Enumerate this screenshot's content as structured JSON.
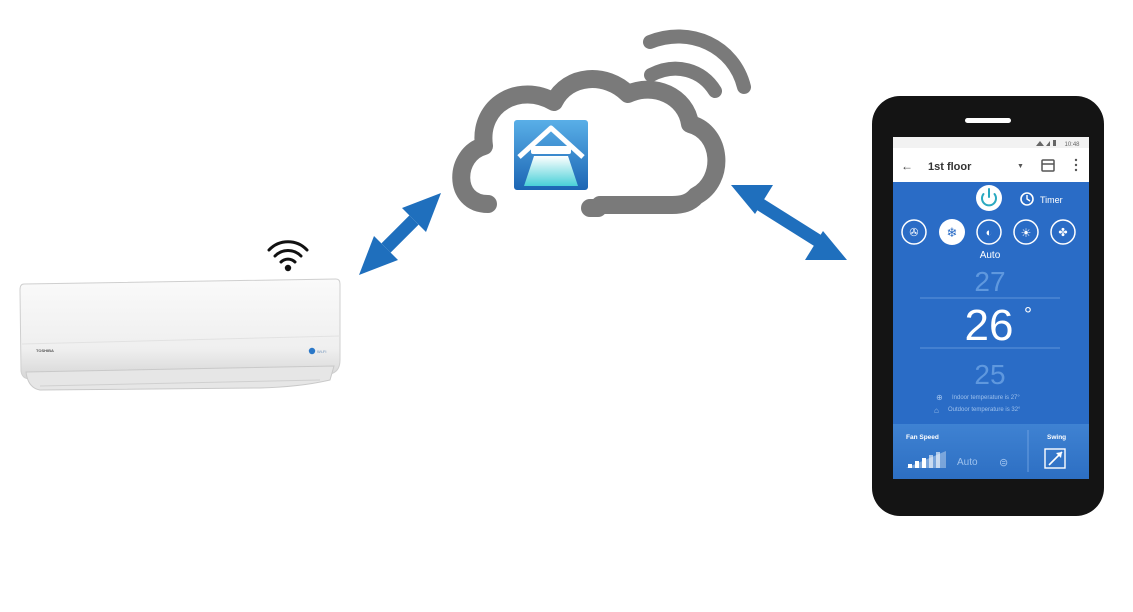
{
  "colors": {
    "arrow": "#1f6fbd",
    "cloud": "#7a7a7a",
    "phone_body": "#141414",
    "screen_bg": "#2a6cc6",
    "app_bar": "#ffffff"
  },
  "air_conditioner": {
    "wifi_icon": "wifi-icon",
    "brand_label": "TOSHIBA",
    "badge_label": "Wi-Fi"
  },
  "cloud": {
    "app_icon": "home-app-icon"
  },
  "phone": {
    "status_time": "10:48",
    "app_bar": {
      "title": "1st floor"
    },
    "timer_label": "Timer",
    "mode_label": "Auto",
    "temp_above": "27",
    "temp_current": "26",
    "temp_unit": "°",
    "temp_below": "25",
    "indoor_text": "Indoor temperature is 27°",
    "outdoor_text": "Outdoor temperature is 32°",
    "fan_speed_label": "Fan Speed",
    "fan_speed_value": "Auto",
    "swing_label": "Swing"
  }
}
